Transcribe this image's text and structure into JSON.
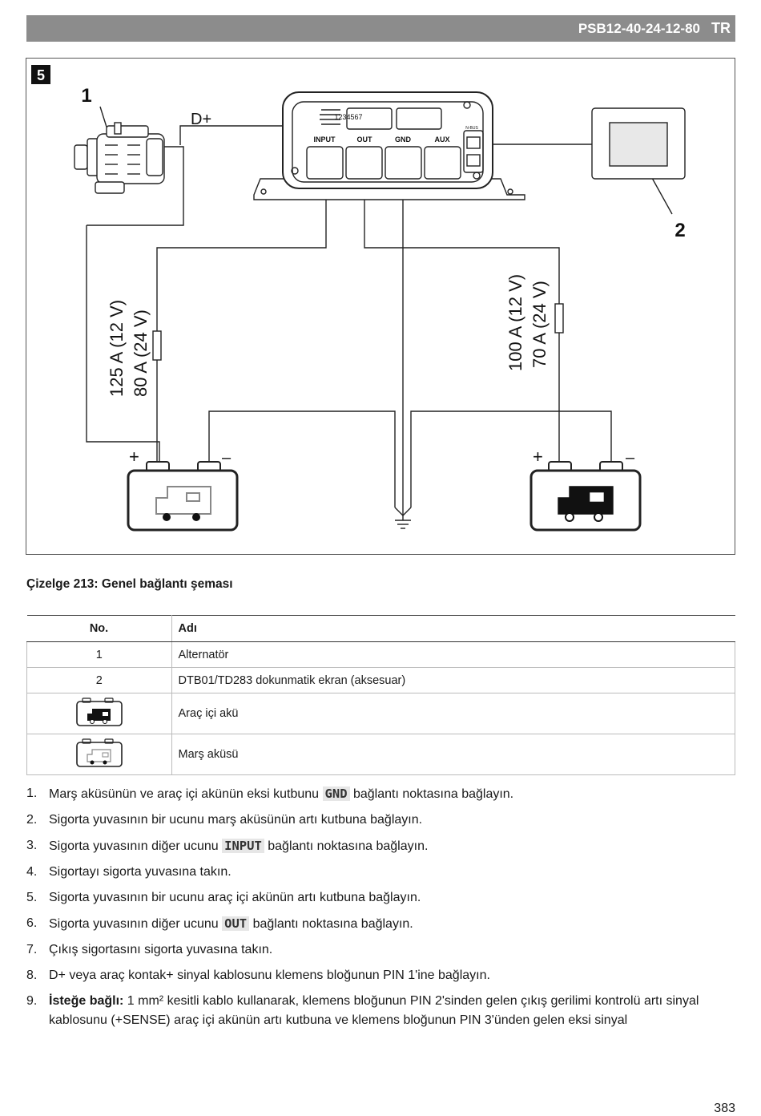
{
  "header": {
    "model": "PSB12-40-24-12-80",
    "lang": "TR"
  },
  "figure": {
    "number": "5",
    "callouts": [
      "1",
      "2"
    ],
    "dplus": "D+",
    "ports": [
      "INPUT",
      "OUT",
      "GND",
      "AUX"
    ],
    "dip_label": "1234567",
    "bus_label": "N-BUS",
    "fuse_left": [
      "125 A (12 V)",
      "80 A (24 V)"
    ],
    "fuse_right": [
      "100 A (12 V)",
      "70 A (24 V)"
    ],
    "plus": "+",
    "minus": "–"
  },
  "caption": "Çizelge 213: Genel bağlantı şeması",
  "table": {
    "headers": {
      "no": "No.",
      "name": "Adı"
    },
    "rows": [
      {
        "no": "1",
        "name": "Alternatör"
      },
      {
        "no": "2",
        "name": "DTB01/TD283 dokunmatik ekran (aksesuar)"
      },
      {
        "no": "",
        "icon": "living-battery-icon",
        "name": "Araç içi akü"
      },
      {
        "no": "",
        "icon": "starter-battery-icon",
        "name": "Marş aküsü"
      }
    ]
  },
  "steps": [
    {
      "n": "1.",
      "a": "Marş aküsünün ve araç içi akünün eksi kutbunu ",
      "code": "GND",
      "b": " bağlantı noktasına bağlayın."
    },
    {
      "n": "2.",
      "a": "Sigorta yuvasının bir ucunu marş aküsünün artı kutbuna bağlayın."
    },
    {
      "n": "3.",
      "a": "Sigorta yuvasının diğer ucunu ",
      "code": "INPUT",
      "b": " bağlantı noktasına bağlayın."
    },
    {
      "n": "4.",
      "a": "Sigortayı sigorta yuvasına takın."
    },
    {
      "n": "5.",
      "a": "Sigorta yuvasının bir ucunu araç içi akünün artı kutbuna bağlayın."
    },
    {
      "n": "6.",
      "a": "Sigorta yuvasının diğer ucunu ",
      "code": "OUT",
      "b": " bağlantı noktasına bağlayın."
    },
    {
      "n": "7.",
      "a": "Çıkış sigortasını sigorta yuvasına takın."
    },
    {
      "n": "8.",
      "a": "D+ veya araç kontak+ sinyal kablosunu klemens bloğunun PIN 1'ine bağlayın."
    },
    {
      "n": "9.",
      "bold": "İsteğe bağlı:",
      "a": "  1 mm² kesitli kablo kullanarak, klemens bloğunun PIN 2'sinden gelen çıkış gerilimi kontrolü artı sinyal kablosunu (+SENSE) araç içi akünün artı kutbuna ve klemens bloğunun PIN 3'ünden gelen eksi sinyal"
    }
  ],
  "page_number": "383"
}
